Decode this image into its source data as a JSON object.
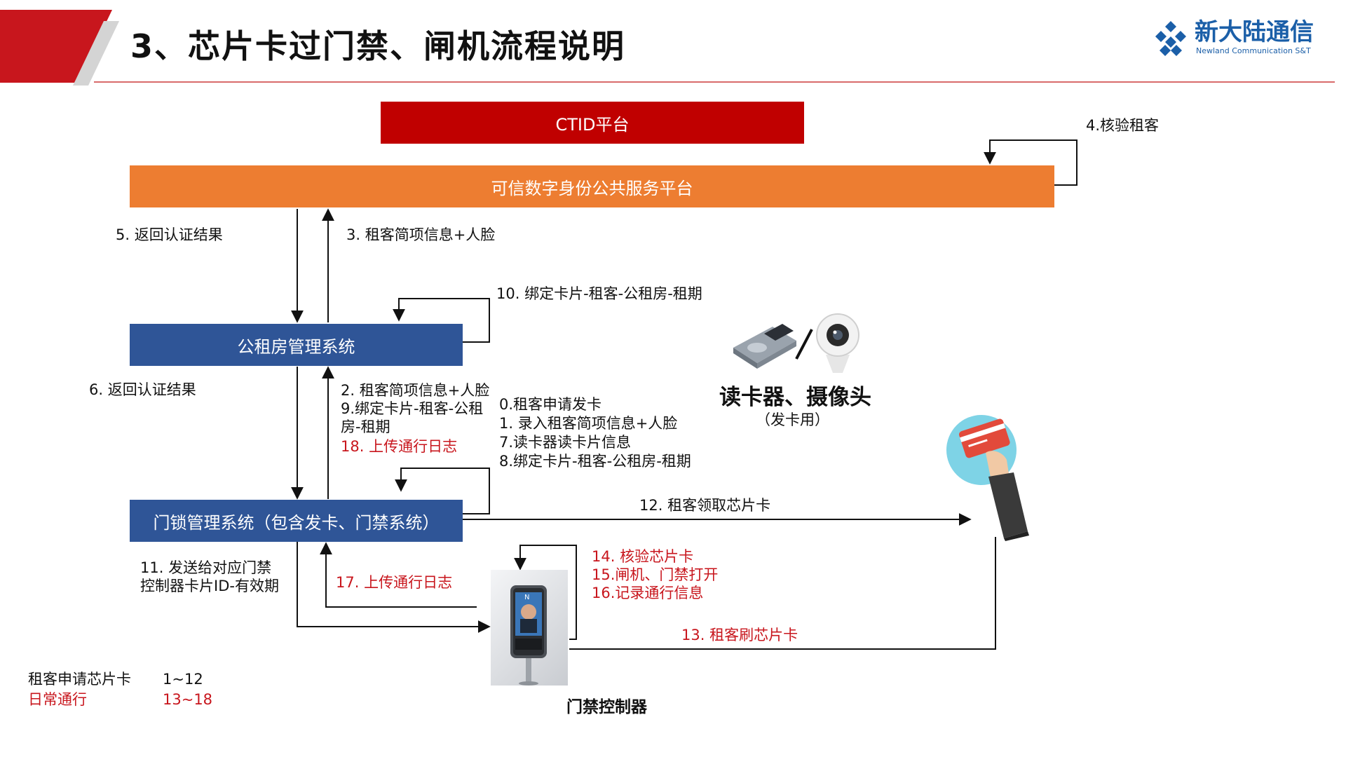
{
  "header": {
    "title": "3、芯片卡过门禁、闸机流程说明",
    "logo": {
      "cn": "新大陆通信",
      "en": "Newland Communication S&T"
    }
  },
  "colors": {
    "red": "#c8161d",
    "orange": "#ed7d31",
    "blue": "#2f5597"
  },
  "boxes": {
    "ctid": "CTID平台",
    "trusted": "可信数字身份公共服务平台",
    "public_housing": "公租房管理系统",
    "door_lock": "门锁管理系统（包含发卡、门禁系统）"
  },
  "labels": {
    "s4": "4.核验租客",
    "s5": "5. 返回认证结果",
    "s3": "3. 租客简项信息+人脸",
    "s10": "10. 绑定卡片-租客-公租房-租期",
    "s6": "6. 返回认证结果",
    "s2_9": [
      "2. 租客简项信息+人脸",
      "9.绑定卡片-租客-公租",
      "房-租期"
    ],
    "s18": "18. 上传通行日志",
    "s0_8": [
      "0.租客申请发卡",
      "1. 录入租客简项信息+人脸",
      "7.读卡器读卡片信息",
      "8.绑定卡片-租客-公租房-租期"
    ],
    "s12": "12. 租客领取芯片卡",
    "s11": [
      "11. 发送给对应门禁",
      "控制器卡片ID-有效期"
    ],
    "s17": "17. 上传通行日志",
    "s14_16": [
      "14. 核验芯片卡",
      "15.闸机、门禁打开",
      "16.记录通行信息"
    ],
    "s13": "13. 租客刷芯片卡"
  },
  "devices": {
    "reader_title": "读卡器、摄像头",
    "reader_sub": "（发卡用）",
    "controller": "门禁控制器",
    "controller_screen": "N"
  },
  "legend": [
    {
      "label": "租客申请芯片卡",
      "range": "1~12",
      "color": "#111111"
    },
    {
      "label": "日常通行",
      "range": "13~18",
      "color": "#c8161d"
    }
  ]
}
